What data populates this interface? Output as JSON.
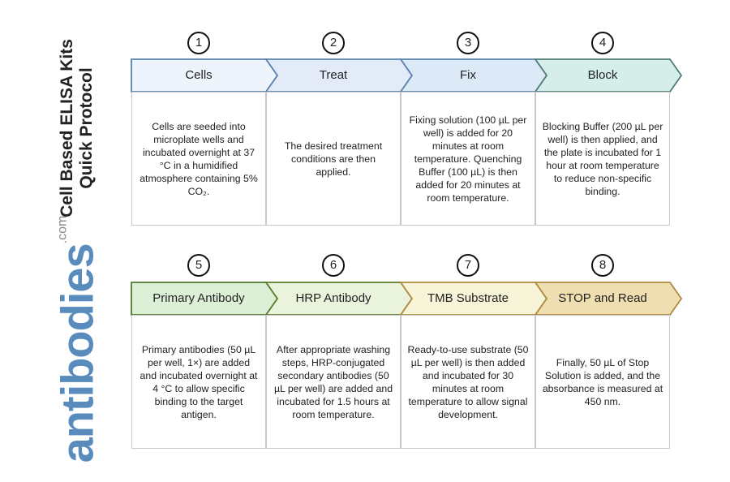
{
  "title": {
    "line1": "Cell Based ELISA Kits",
    "line2": "Quick Protocol"
  },
  "logo": {
    "main": "antibodies",
    "suffix": ".com",
    "color": "#5a8bbd"
  },
  "steps": [
    {
      "number": "1",
      "label": "Cells",
      "text": "Cells are seeded into microplate wells and incubated overnight at 37 °C in a humidified atmosphere containing 5% CO₂.",
      "fill": "#eef4fb",
      "stroke": "#5b82ad"
    },
    {
      "number": "2",
      "label": "Treat",
      "text": "The desired treatment conditions are then applied.",
      "fill": "#e3ebf8",
      "stroke": "#5b82ad"
    },
    {
      "number": "3",
      "label": "Fix",
      "text": "Fixing solution (100 µL per well) is added for 20 minutes at room temperature. Quenching Buffer (100 µL) is then added for 20 minutes at room temperature.",
      "fill": "#dce9f7",
      "stroke": "#5b82ad"
    },
    {
      "number": "4",
      "label": "Block",
      "text": "Blocking Buffer (200 µL per well) is then applied, and the plate is incubated for 1 hour at room temperature to reduce non-specific binding.",
      "fill": "#d5eee9",
      "stroke": "#4f7c78"
    },
    {
      "number": "5",
      "label": "Primary Antibody",
      "text": "Primary antibodies (50 µL per well, 1×) are added and incubated overnight at 4 °C to allow specific binding to the target antigen.",
      "fill": "#dcefd7",
      "stroke": "#4c7a2c"
    },
    {
      "number": "6",
      "label": "HRP Antibody",
      "text": "After appropriate washing steps, HRP-conjugated secondary antibodies (50 µL per well) are added and incubated for 1.5 hours at room temperature.",
      "fill": "#eaf4dc",
      "stroke": "#5c7a2c"
    },
    {
      "number": "7",
      "label": "TMB Substrate",
      "text": "Ready-to-use substrate (50 µL per well) is then added and incubated for 30 minutes at room temperature to allow signal development.",
      "fill": "#f8f4d8",
      "stroke": "#b08a3c"
    },
    {
      "number": "8",
      "label": "STOP and Read",
      "text": "Finally, 50 µL of Stop Solution is added, and the absorbance is measured at 450 nm.",
      "fill": "#efdfb0",
      "stroke": "#b08a3c"
    }
  ]
}
